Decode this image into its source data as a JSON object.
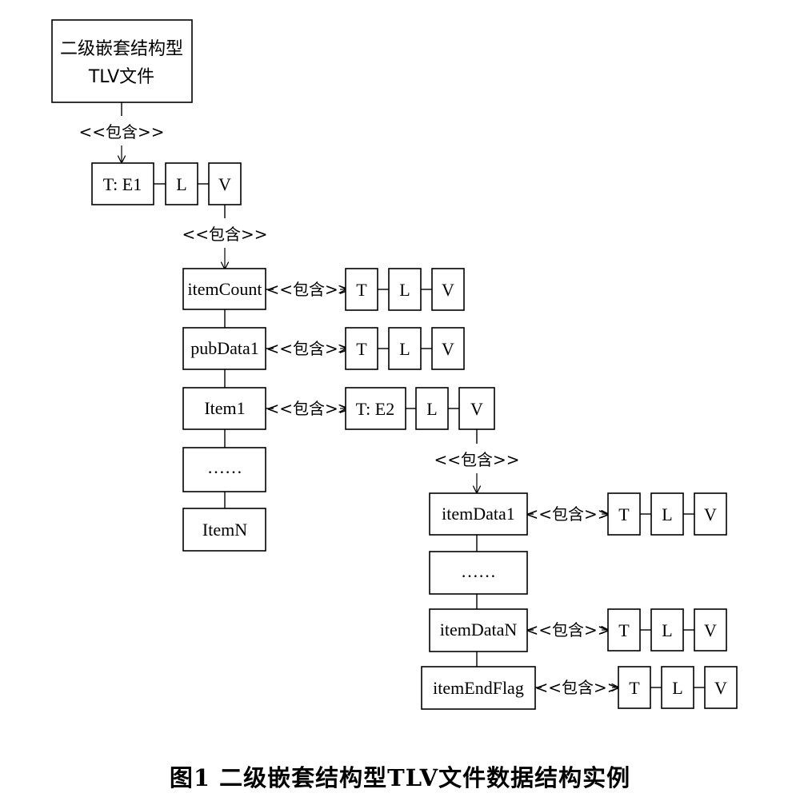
{
  "diagram": {
    "root": "二级嵌套结构型\nTLV文件",
    "relation": "<<包含>>",
    "level1": {
      "t": "T: E1",
      "l": "L",
      "v": "V"
    },
    "level2_items": [
      "itemCount",
      "pubData1",
      "Item1",
      "……",
      "ItemN"
    ],
    "level2_tlv": {
      "t": "T",
      "l": "L",
      "v": "V"
    },
    "item1_tlv": {
      "t": "T: E2",
      "l": "L",
      "v": "V"
    },
    "level3_items": [
      "itemData1",
      "……",
      "itemDataN",
      "itemEndFlag"
    ],
    "level3_tlv": {
      "t": "T",
      "l": "L",
      "v": "V"
    }
  },
  "caption": "图1 二级嵌套结构型TLV文件数据结构实例"
}
